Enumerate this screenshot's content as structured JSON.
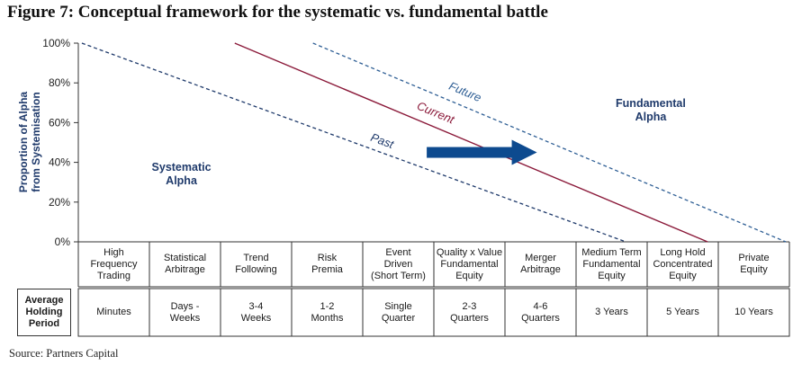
{
  "figure_title": "Figure 7: Conceptual framework for the systematic vs. fundamental battle",
  "source": "Source: Partners Capital",
  "colors": {
    "navy": "#1f3a6b",
    "current_line": "#8b1a3a",
    "future_line": "#2f5f95",
    "arrow": "#0d4a8f",
    "axis": "#333333"
  },
  "chart_data": {
    "type": "line",
    "ylabel": "Proportion of Alpha\nfrom Systemisation",
    "ylim": [
      0,
      100
    ],
    "yticks": [
      "0%",
      "20%",
      "40%",
      "60%",
      "80%",
      "100%"
    ],
    "ytick_values": [
      0,
      20,
      40,
      60,
      80,
      100
    ],
    "categories": [
      "High\nFrequency\nTrading",
      "Statistical\nArbitrage",
      "Trend\nFollowing",
      "Risk\nPremia",
      "Event\nDriven\n(Short Term)",
      "Quality x Value\nFundamental\nEquity",
      "Merger\nArbitrage",
      "Medium Term\nFundamental\nEquity",
      "Long Hold\nConcentrated\nEquity",
      "Private\nEquity"
    ],
    "holding_period_header": "Average\nHolding\nPeriod",
    "holding_periods": [
      "Minutes",
      "Days -\nWeeks",
      "3-4\nWeeks",
      "1-2\nMonths",
      "Single\nQuarter",
      "2-3\nQuarters",
      "4-6\nQuarters",
      "3 Years",
      "5 Years",
      "10 Years"
    ],
    "x_range": [
      0,
      10
    ],
    "series": [
      {
        "name": "Past",
        "style": "dashed",
        "color": "#1f3a6b",
        "points": [
          [
            0.05,
            100
          ],
          [
            7.7,
            0
          ]
        ]
      },
      {
        "name": "Current",
        "style": "solid",
        "color": "#8b1a3a",
        "points": [
          [
            2.2,
            100
          ],
          [
            8.85,
            0
          ]
        ]
      },
      {
        "name": "Future",
        "style": "dashed",
        "color": "#2f5f95",
        "points": [
          [
            3.3,
            100
          ],
          [
            9.95,
            0
          ]
        ]
      }
    ],
    "series_label_positions": [
      {
        "name": "Past",
        "x": 4.1,
        "y": 51
      },
      {
        "name": "Current",
        "x": 4.75,
        "y": 67
      },
      {
        "name": "Future",
        "x": 5.2,
        "y": 77
      }
    ],
    "region_labels": [
      {
        "text": "Systematic\nAlpha",
        "x": 1.45,
        "y": 34
      },
      {
        "text": "Fundamental\nAlpha",
        "x": 8.05,
        "y": 66
      }
    ],
    "arrow": {
      "from": [
        4.9,
        45
      ],
      "to": [
        6.45,
        45
      ]
    }
  }
}
